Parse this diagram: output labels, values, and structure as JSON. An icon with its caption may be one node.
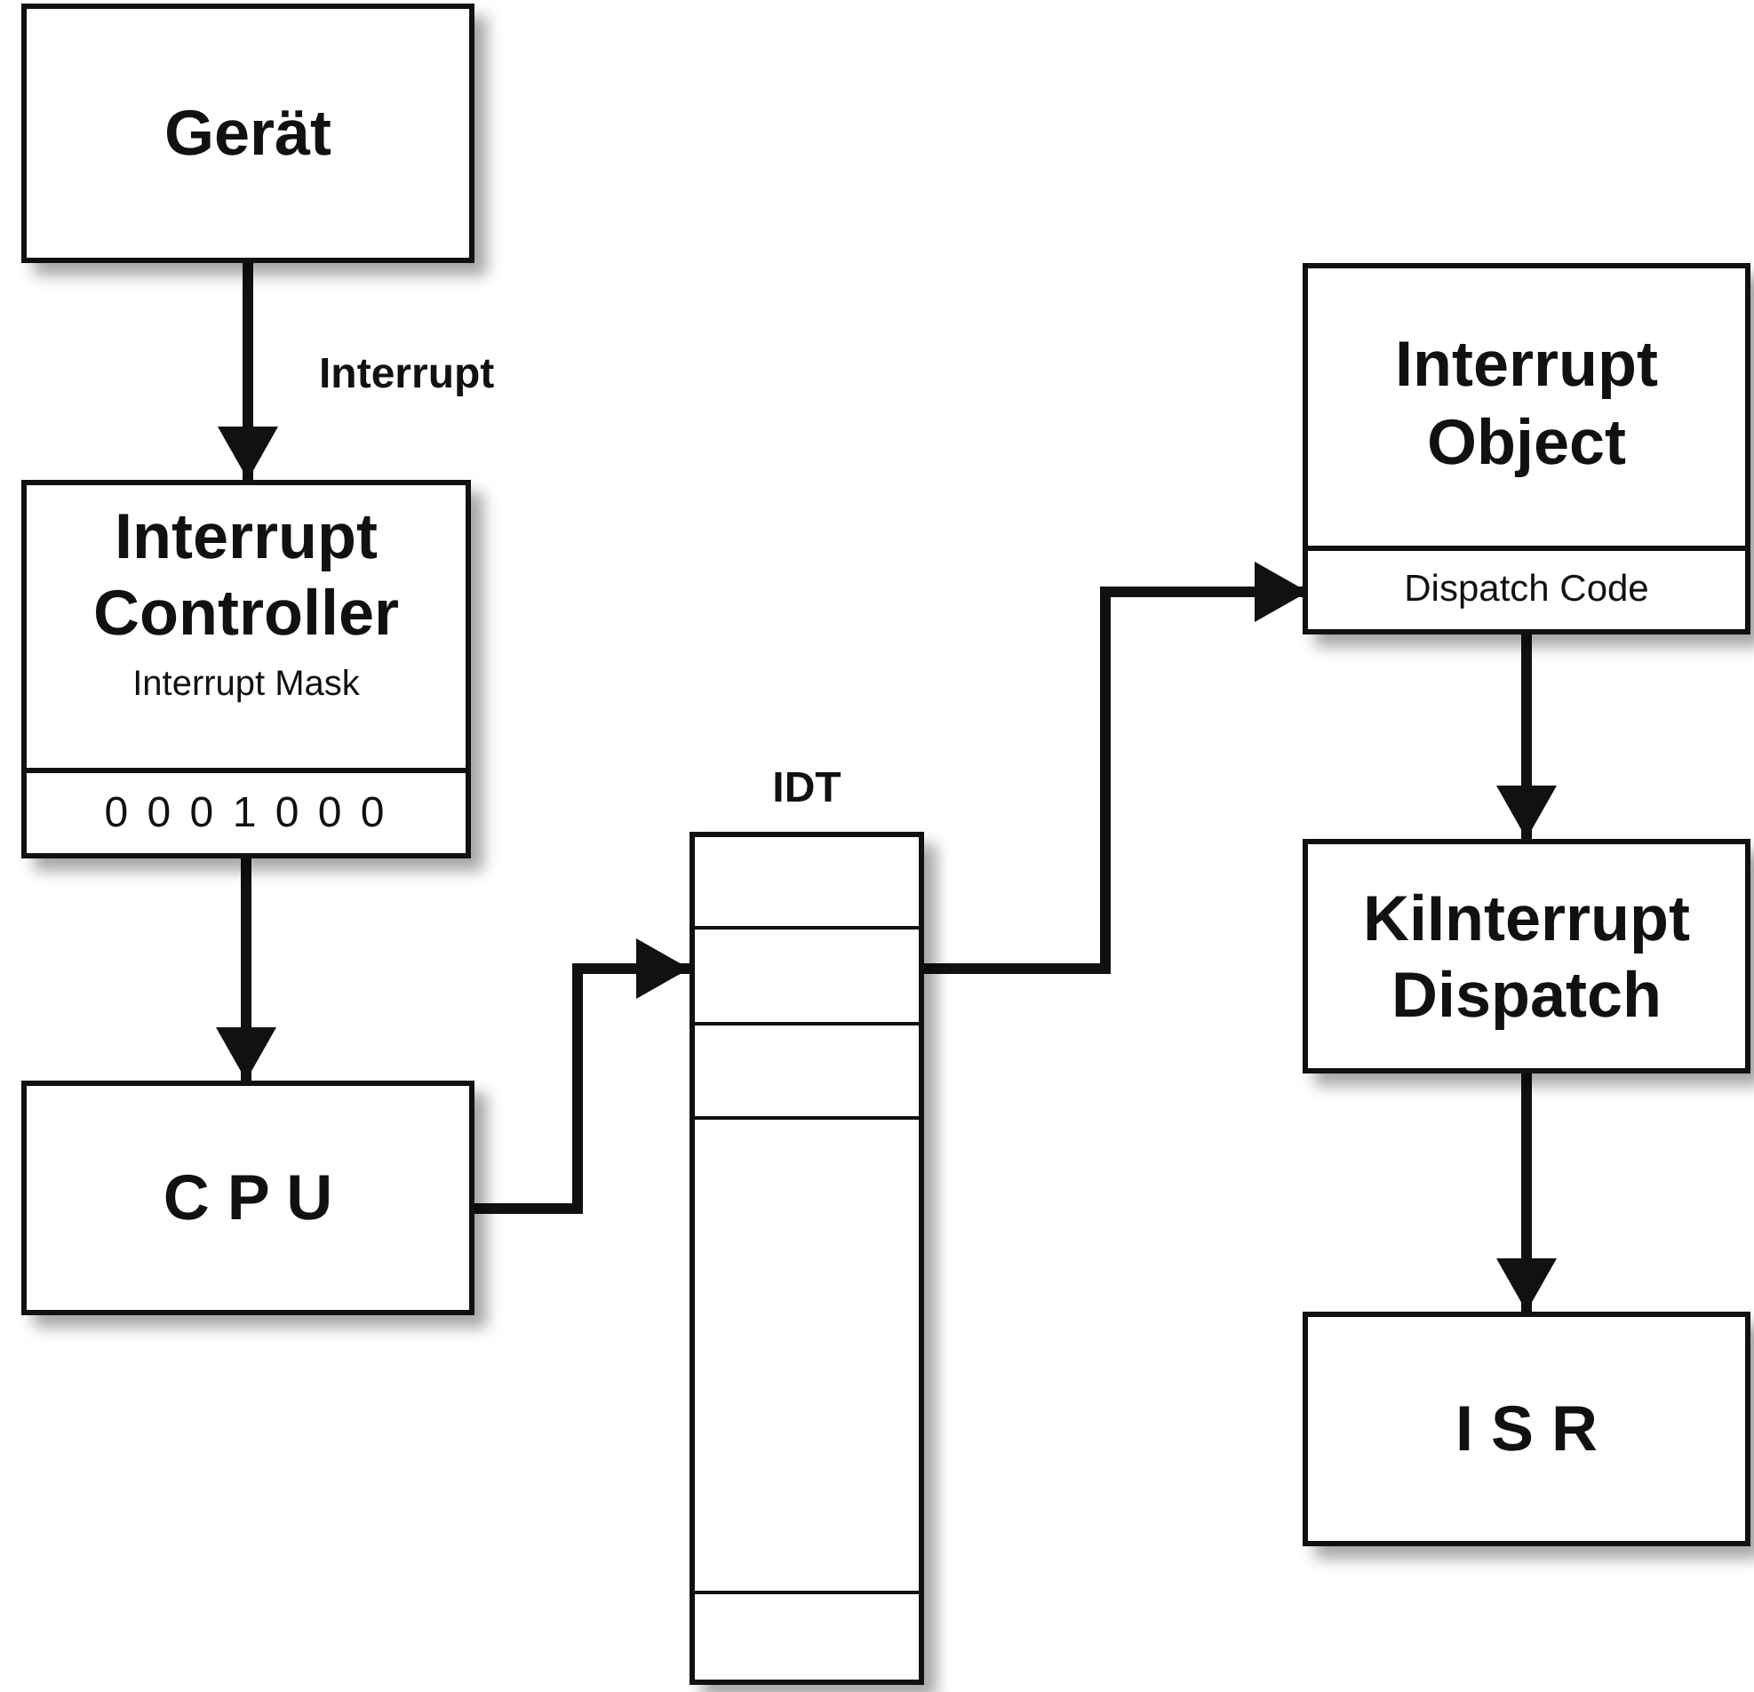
{
  "diagram": {
    "nodes": [
      {
        "text": [
          "Gerät"
        ]
      },
      {
        "text": [
          "Interrupt Controller",
          "Interrupt Mask"
        ]
      },
      {
        "text": [
          "0 0 0 1 0 0 0"
        ],
        "in": 1
      },
      {
        "text": [
          "C P U"
        ]
      },
      {
        "text": [
          "IDT"
        ]
      },
      {
        "text": [
          "Interrupt Object"
        ]
      },
      {
        "text": [
          "Dispatch Code"
        ],
        "in": 5
      },
      {
        "text": [
          "KiInterrupt Dispatch"
        ]
      },
      {
        "text": [
          "I S R"
        ]
      }
    ],
    "edges": [
      {
        "from": 0,
        "to": 1,
        "arrow": "to",
        "label": "Interrupt"
      },
      {
        "from": 2,
        "to": 3,
        "arrow": "to"
      },
      {
        "from": 3,
        "to": 4,
        "arrow": "to"
      },
      {
        "from": 4,
        "to": 6,
        "arrow": "to"
      },
      {
        "from": 6,
        "to": 7,
        "arrow": "to"
      },
      {
        "from": 7,
        "to": 8,
        "arrow": "to"
      }
    ]
  }
}
